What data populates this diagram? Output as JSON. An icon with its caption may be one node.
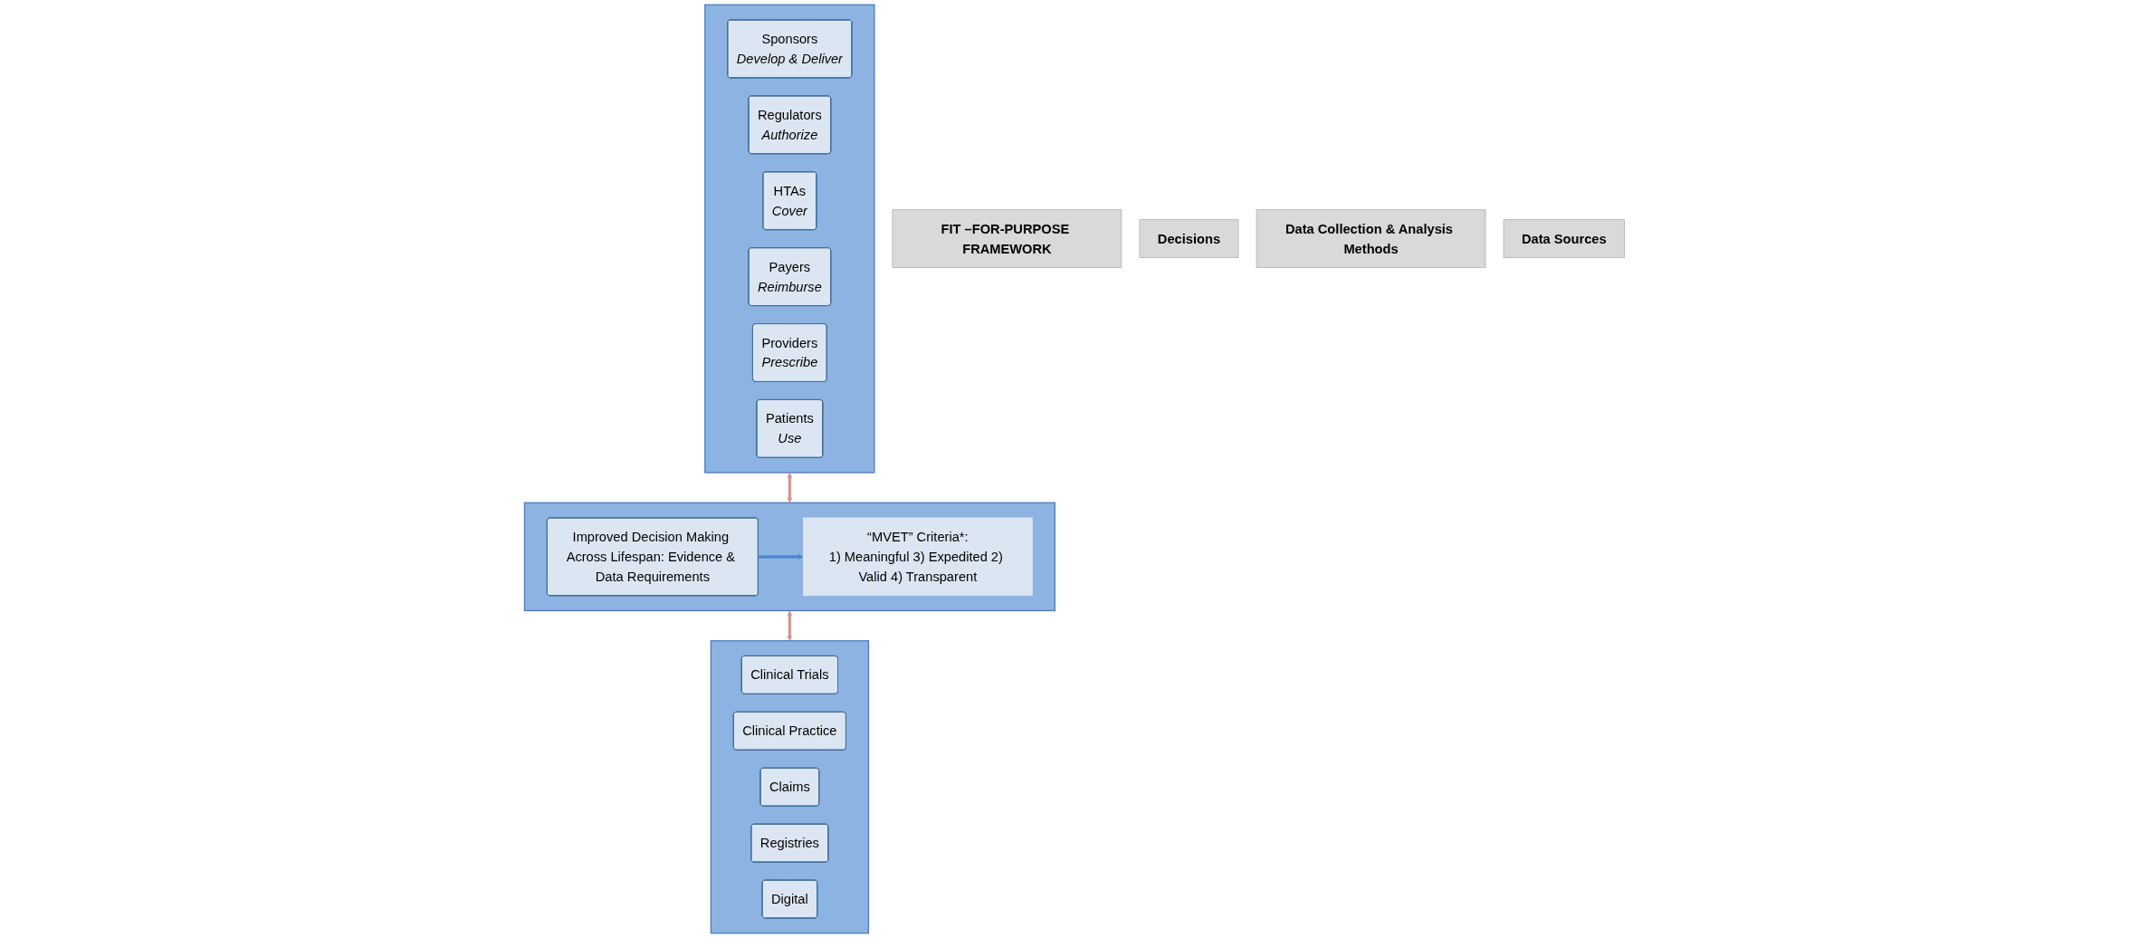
{
  "diagram": {
    "nodes": [
      {
        "text": [
          "FIT –FOR-PURPOSE FRAMEWORK"
        ]
      },
      {
        "text": [
          "Decisions"
        ]
      },
      {
        "text": [
          "Data Collection & Analysis Methods"
        ]
      },
      {
        "text": [
          "Data Sources"
        ]
      },
      {
        "text": [],
        "shape": "bar"
      },
      {
        "text": [
          "Sponsors",
          "Develop & Deliver"
        ],
        "in": 4
      },
      {
        "text": [
          "Regulators",
          "Authorize"
        ],
        "in": 4
      },
      {
        "text": [
          "HTAs",
          "Cover"
        ],
        "in": 4
      },
      {
        "text": [
          "Payers",
          "Reimburse"
        ],
        "in": 4
      },
      {
        "text": [
          "Providers",
          "Prescribe"
        ],
        "in": 4
      },
      {
        "text": [
          "Patients",
          "Use"
        ],
        "in": 4
      },
      {
        "text": [],
        "shape": "bar"
      },
      {
        "text": [
          "Improved Decision Making Across Lifespan: Evidence & Data Requirements"
        ],
        "in": 11
      },
      {
        "text": [
          "“MVET” Criteria*:",
          "1) Meaningful 3) Expedited 2) Valid 4) Transparent"
        ],
        "in": 11
      },
      {
        "text": [],
        "shape": "bar"
      },
      {
        "text": [
          "Clinical Trials"
        ],
        "in": 14
      },
      {
        "text": [
          "Clinical Practice"
        ],
        "in": 14
      },
      {
        "text": [
          "Claims"
        ],
        "in": 14
      },
      {
        "text": [
          "Registries"
        ],
        "in": 14
      },
      {
        "text": [
          "Digital"
        ],
        "in": 14
      }
    ],
    "edges": [
      {
        "from": 4,
        "to": 11,
        "arrow": "both",
        "color": "#d99594"
      },
      {
        "from": 12,
        "to": 13,
        "arrow": "to",
        "color": "#4a86cf"
      },
      {
        "from": 11,
        "to": 14,
        "arrow": "both",
        "color": "#d99594"
      }
    ]
  }
}
